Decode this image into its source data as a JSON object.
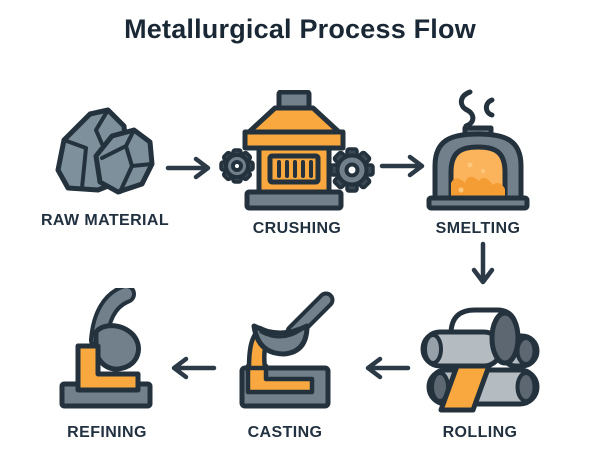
{
  "title": "Metallurgical Process Flow",
  "steps": [
    {
      "id": "raw-material",
      "label": "RAW MATERIAL",
      "icon": "rocks-icon"
    },
    {
      "id": "crushing",
      "label": "CRUSHING",
      "icon": "crusher-icon"
    },
    {
      "id": "smelting",
      "label": "SMELTING",
      "icon": "furnace-icon"
    },
    {
      "id": "rolling",
      "label": "ROLLING",
      "icon": "rolling-mill-icon"
    },
    {
      "id": "casting",
      "label": "CASTING",
      "icon": "pouring-ladle-icon"
    },
    {
      "id": "refining",
      "label": "REFINING",
      "icon": "refining-converter-icon"
    }
  ],
  "flow_arrows": [
    {
      "from": "RAW MATERIAL",
      "to": "CRUSHING",
      "direction": "right"
    },
    {
      "from": "CRUSHING",
      "to": "SMELTING",
      "direction": "right"
    },
    {
      "from": "SMELTING",
      "to": "ROLLING",
      "direction": "down"
    },
    {
      "from": "ROLLING",
      "to": "CASTING",
      "direction": "left"
    },
    {
      "from": "CASTING",
      "to": "REFINING",
      "direction": "left"
    }
  ],
  "colors": {
    "background": "#ffffff",
    "title_text": "#1a2836",
    "label_text": "#223140",
    "outline": "#24323e",
    "arrow": "#2b3a46",
    "orange": "#f9a83f",
    "orange_light": "#fbb45c",
    "orange_deep": "#f49d35",
    "orange_highlight": "#fdc87b",
    "rock_slate": "#7e909b",
    "machine_gray": "#72808c",
    "gear_dark": "#3a4854",
    "roller_gray": "#b4bcc2",
    "roller_end_gray": "#5c6771",
    "roller_end_light": "#95a0a8",
    "drum_white": "#ffffff"
  }
}
